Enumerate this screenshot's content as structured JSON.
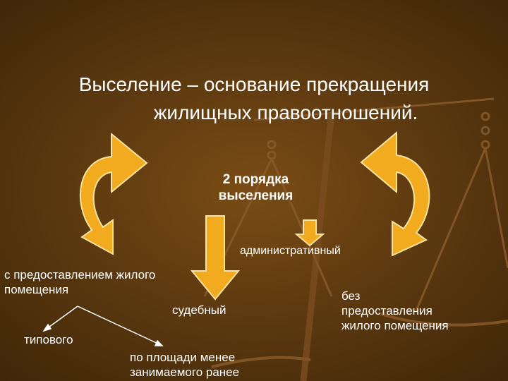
{
  "slide": {
    "title_line1": "Выселение – основание прекращения",
    "title_line2": "жилищных правоотношений."
  },
  "nodes": {
    "center_line1": "2  порядка",
    "center_line2": "выселения",
    "administrative": "административный",
    "with_housing_line1": "с предоставлением жилого",
    "with_housing_line2": "помещения",
    "judicial": "судебный",
    "without_housing_line1": "без",
    "without_housing_line2": "предоставления",
    "without_housing_line3": "жилого помещения",
    "typical": "типового",
    "by_area_line1": "по площади менее",
    "by_area_line2": "занимаемого ранее"
  },
  "colors": {
    "background": "#5e3a10",
    "arrow_fill": "#f2aa1e",
    "arrow_stroke": "#fbe4a0",
    "scales": "#8a5a2a",
    "text": "#ffffff"
  },
  "icons": [
    "justice-scales-icon",
    "curved-arrow-icon",
    "down-arrow-icon"
  ]
}
